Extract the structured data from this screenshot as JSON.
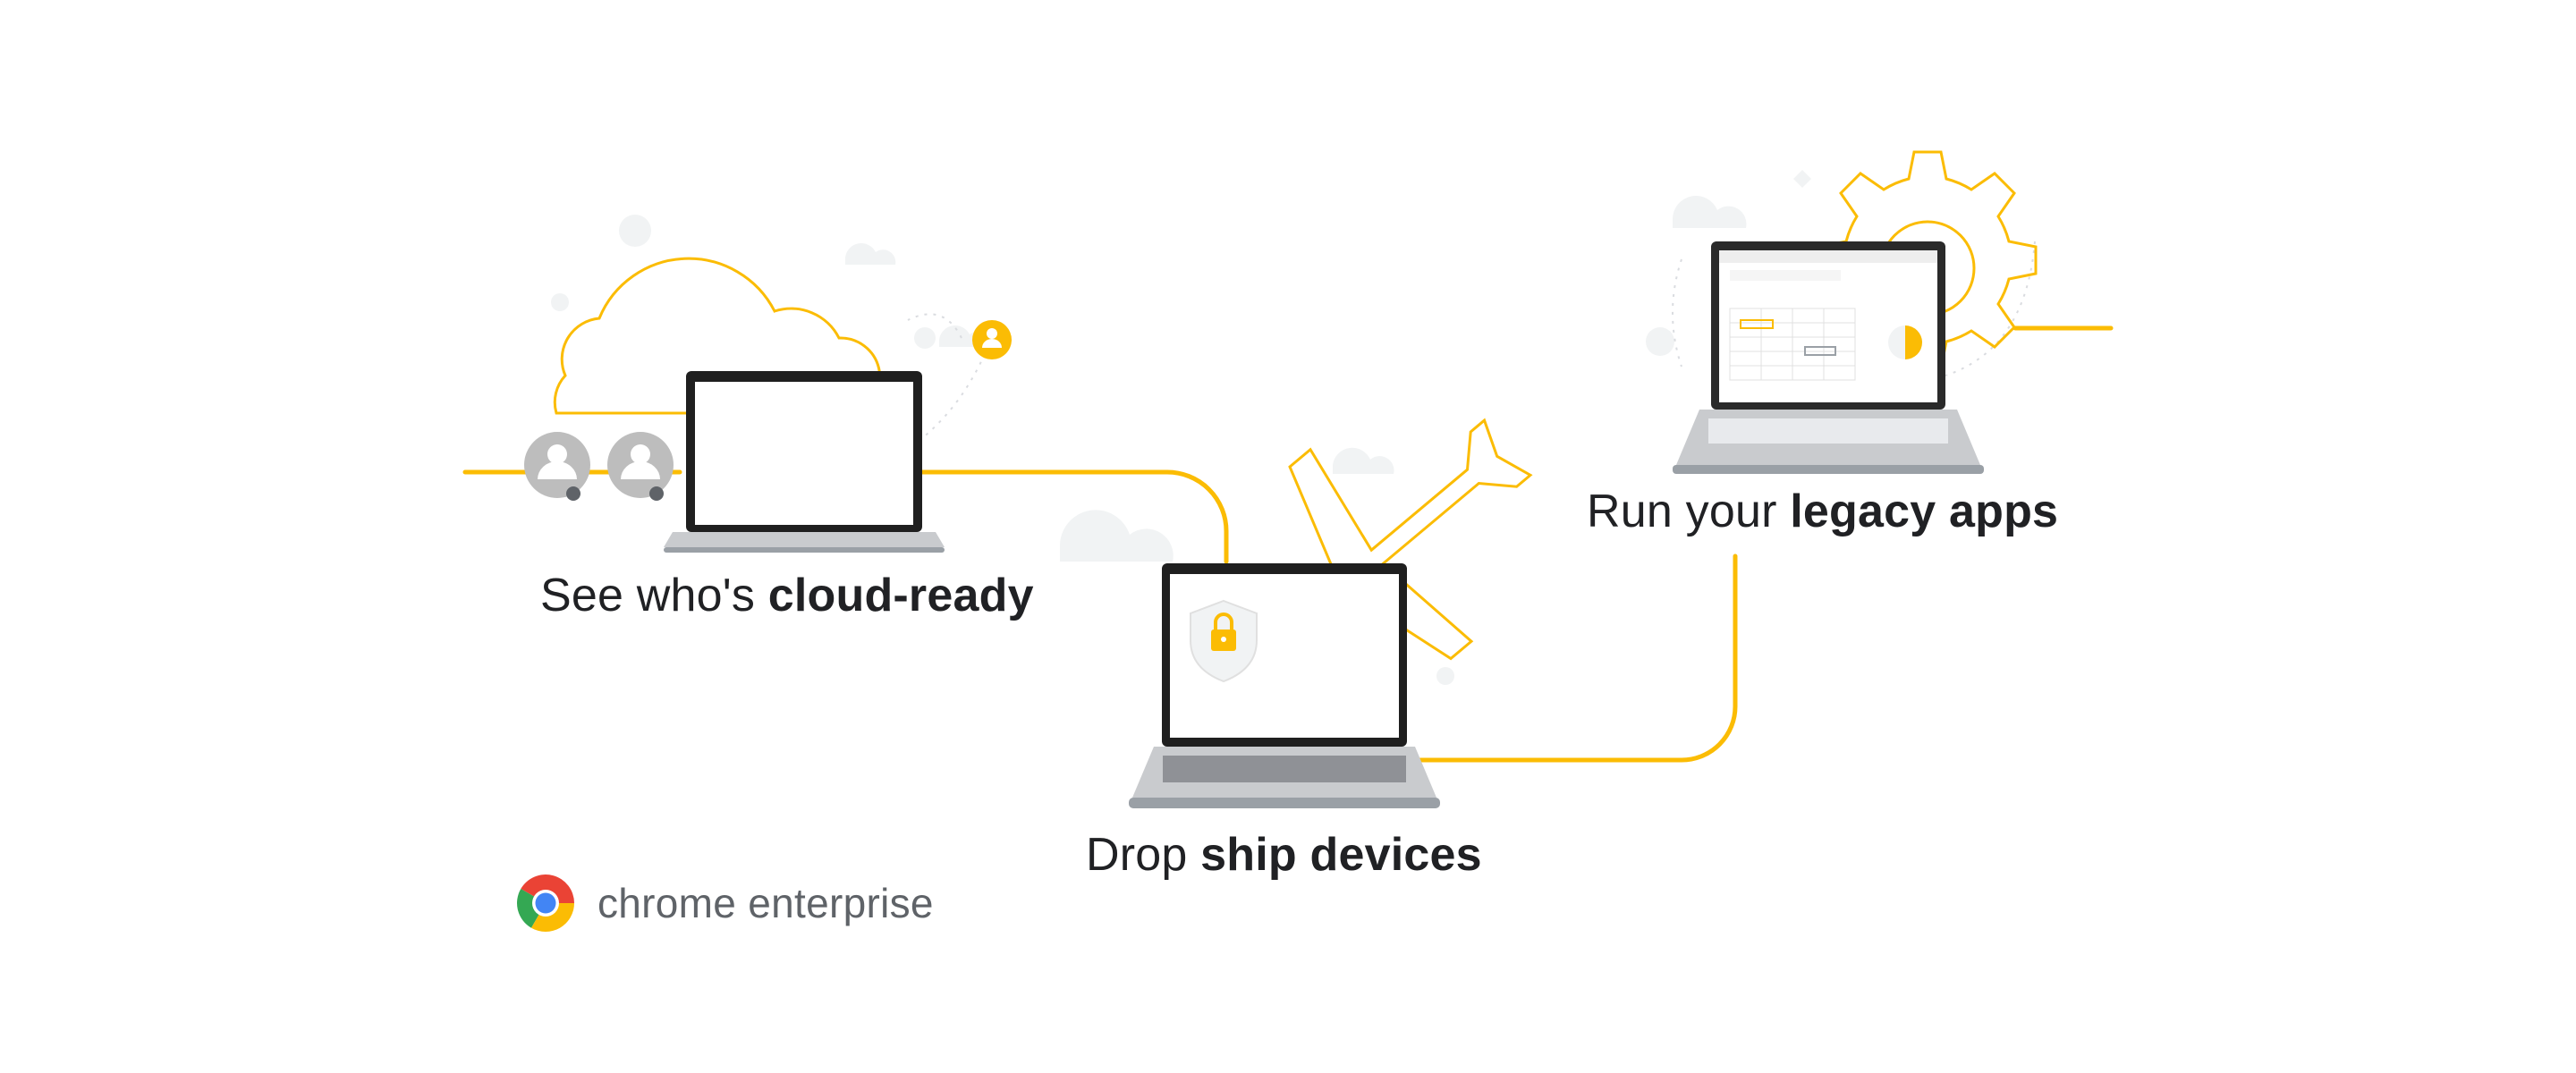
{
  "captions": {
    "cloud_ready": {
      "prefix": "See who's ",
      "bold": "cloud-ready"
    },
    "ship_devices": {
      "prefix": "Drop ",
      "bold": "ship devices"
    },
    "legacy_apps": {
      "prefix": "Run your ",
      "bold": "legacy apps"
    }
  },
  "brand": {
    "name": "chrome enterprise"
  },
  "colors": {
    "accent_yellow": "#FBBC04",
    "laptop_silver": "#C9CBCE",
    "icon_gray": "#BDBDBD",
    "text": "#202124",
    "brand_text": "#5f6368"
  },
  "icons": [
    "cloud-icon",
    "user-icon",
    "check-badge-icon",
    "airplane-icon",
    "shield-lock-icon",
    "gear-icon",
    "pie-chart-icon",
    "chrome-logo-icon"
  ]
}
